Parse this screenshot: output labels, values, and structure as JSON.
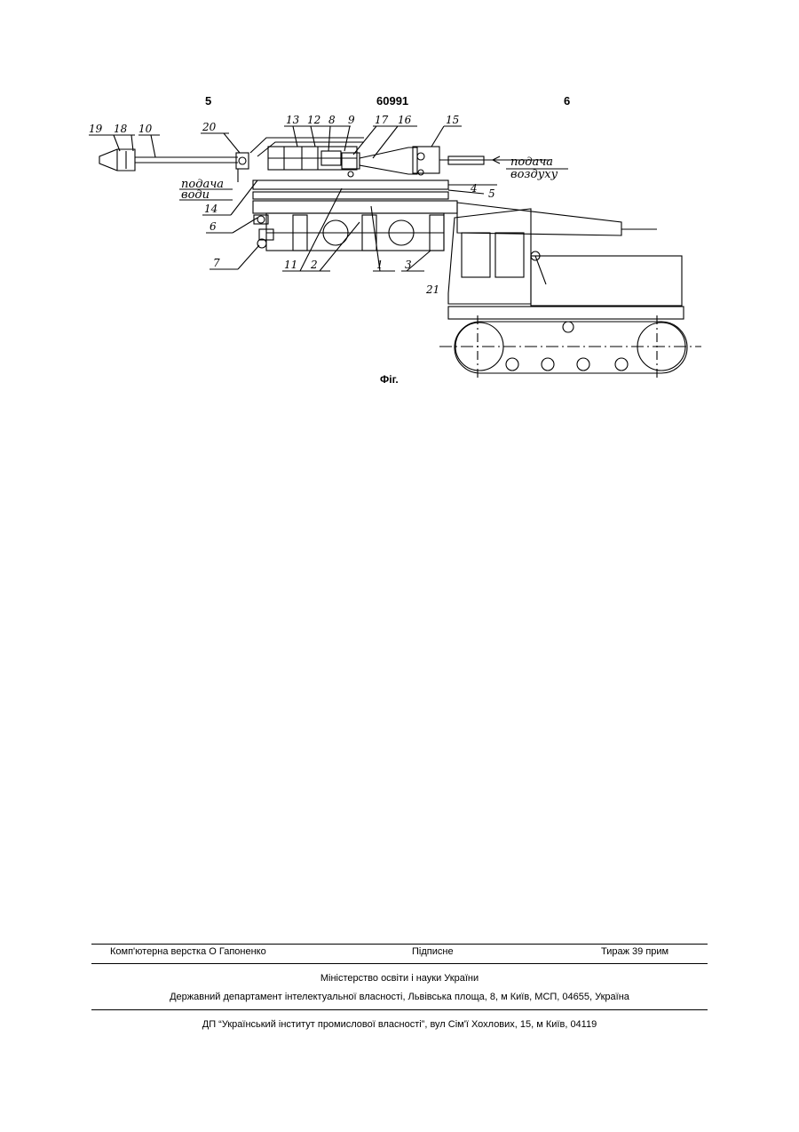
{
  "header": {
    "left_page": "5",
    "patent_number": "60991",
    "right_page": "6"
  },
  "figure": {
    "caption": "Фіг.",
    "callouts": [
      "19",
      "18",
      "10",
      "20",
      "13",
      "12",
      "8",
      "9",
      "17",
      "16",
      "15",
      "14",
      "6",
      "4",
      "5",
      "7",
      "11",
      "2",
      "1",
      "3",
      "21"
    ],
    "annotations": {
      "water_line1": "подача",
      "water_line2": "води",
      "air_line1": "подача",
      "air_line2": "воздуху"
    }
  },
  "footer": {
    "typesetting": "Комп'ютерна верстка О  Гапоненко",
    "subscription": "Підписне",
    "circulation": "Тираж 39 прим",
    "ministry": "Міністерство освіти і науки України",
    "department": "Державний департамент інтелектуальної власності, Львівська площа, 8, м  Київ, МСП, 04655, Україна",
    "institute": "ДП “Український інститут промислової власності”, вул  Сім'ї Хохлових, 15, м  Київ, 04119"
  }
}
